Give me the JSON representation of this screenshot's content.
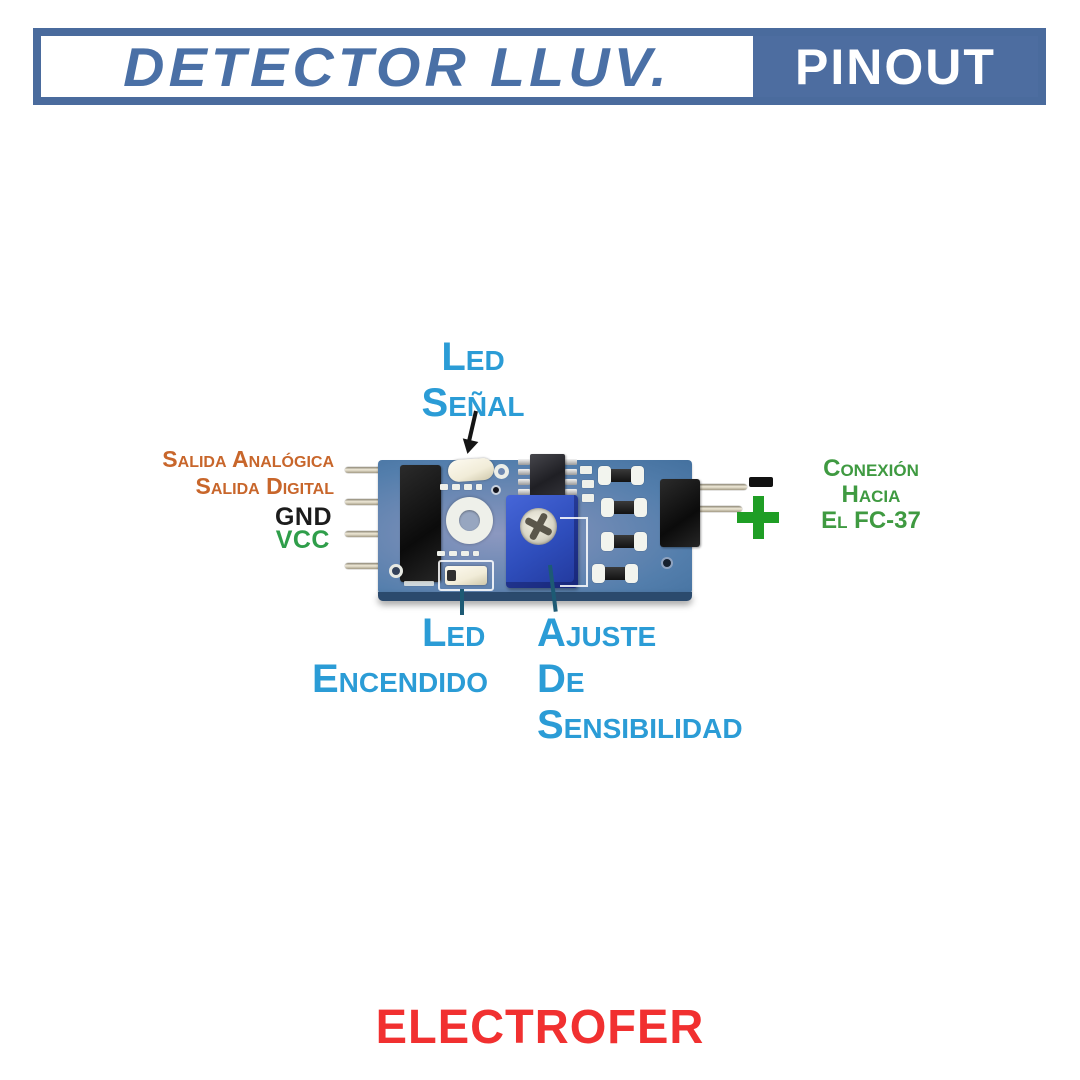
{
  "header": {
    "title": "DETECTOR LLUV.",
    "badge": "PINOUT",
    "frame_color": "#4a6b9d",
    "title_color": "#4a70a6",
    "badge_bg": "#4d6da0",
    "badge_text_color": "#ffffff"
  },
  "module": {
    "board_color": "#5e83b0",
    "potentiometer_color": "#2e4dbb",
    "pin_count_left": 4,
    "pin_count_right": 2
  },
  "labels": {
    "led_senal": {
      "line1": "Led",
      "line2": "Señal",
      "color": "#2b9cd6"
    },
    "salida_analogica": {
      "text": "Salida Analógica",
      "color": "#c8662b"
    },
    "salida_digital": {
      "text": "Salida Digital",
      "color": "#c8662b"
    },
    "gnd": {
      "text": "GND",
      "color": "#1c1c1c"
    },
    "vcc": {
      "text": "VCC",
      "color": "#2f9e4a"
    },
    "led_encendido": {
      "line1": "Led",
      "line2": "Encendido",
      "color": "#2b9cd6"
    },
    "ajuste": {
      "line1": "Ajuste",
      "line2": "De",
      "line3": "Sensibilidad",
      "color": "#2b9cd6"
    },
    "conexion": {
      "line1": "Conexión",
      "line2": "Hacia",
      "line3": "El FC-37",
      "color": "#3f9a41"
    },
    "polarity": {
      "negative": "-",
      "positive": "+"
    }
  },
  "footer": {
    "brand": "ELECTROFER",
    "color": "#f13030"
  }
}
